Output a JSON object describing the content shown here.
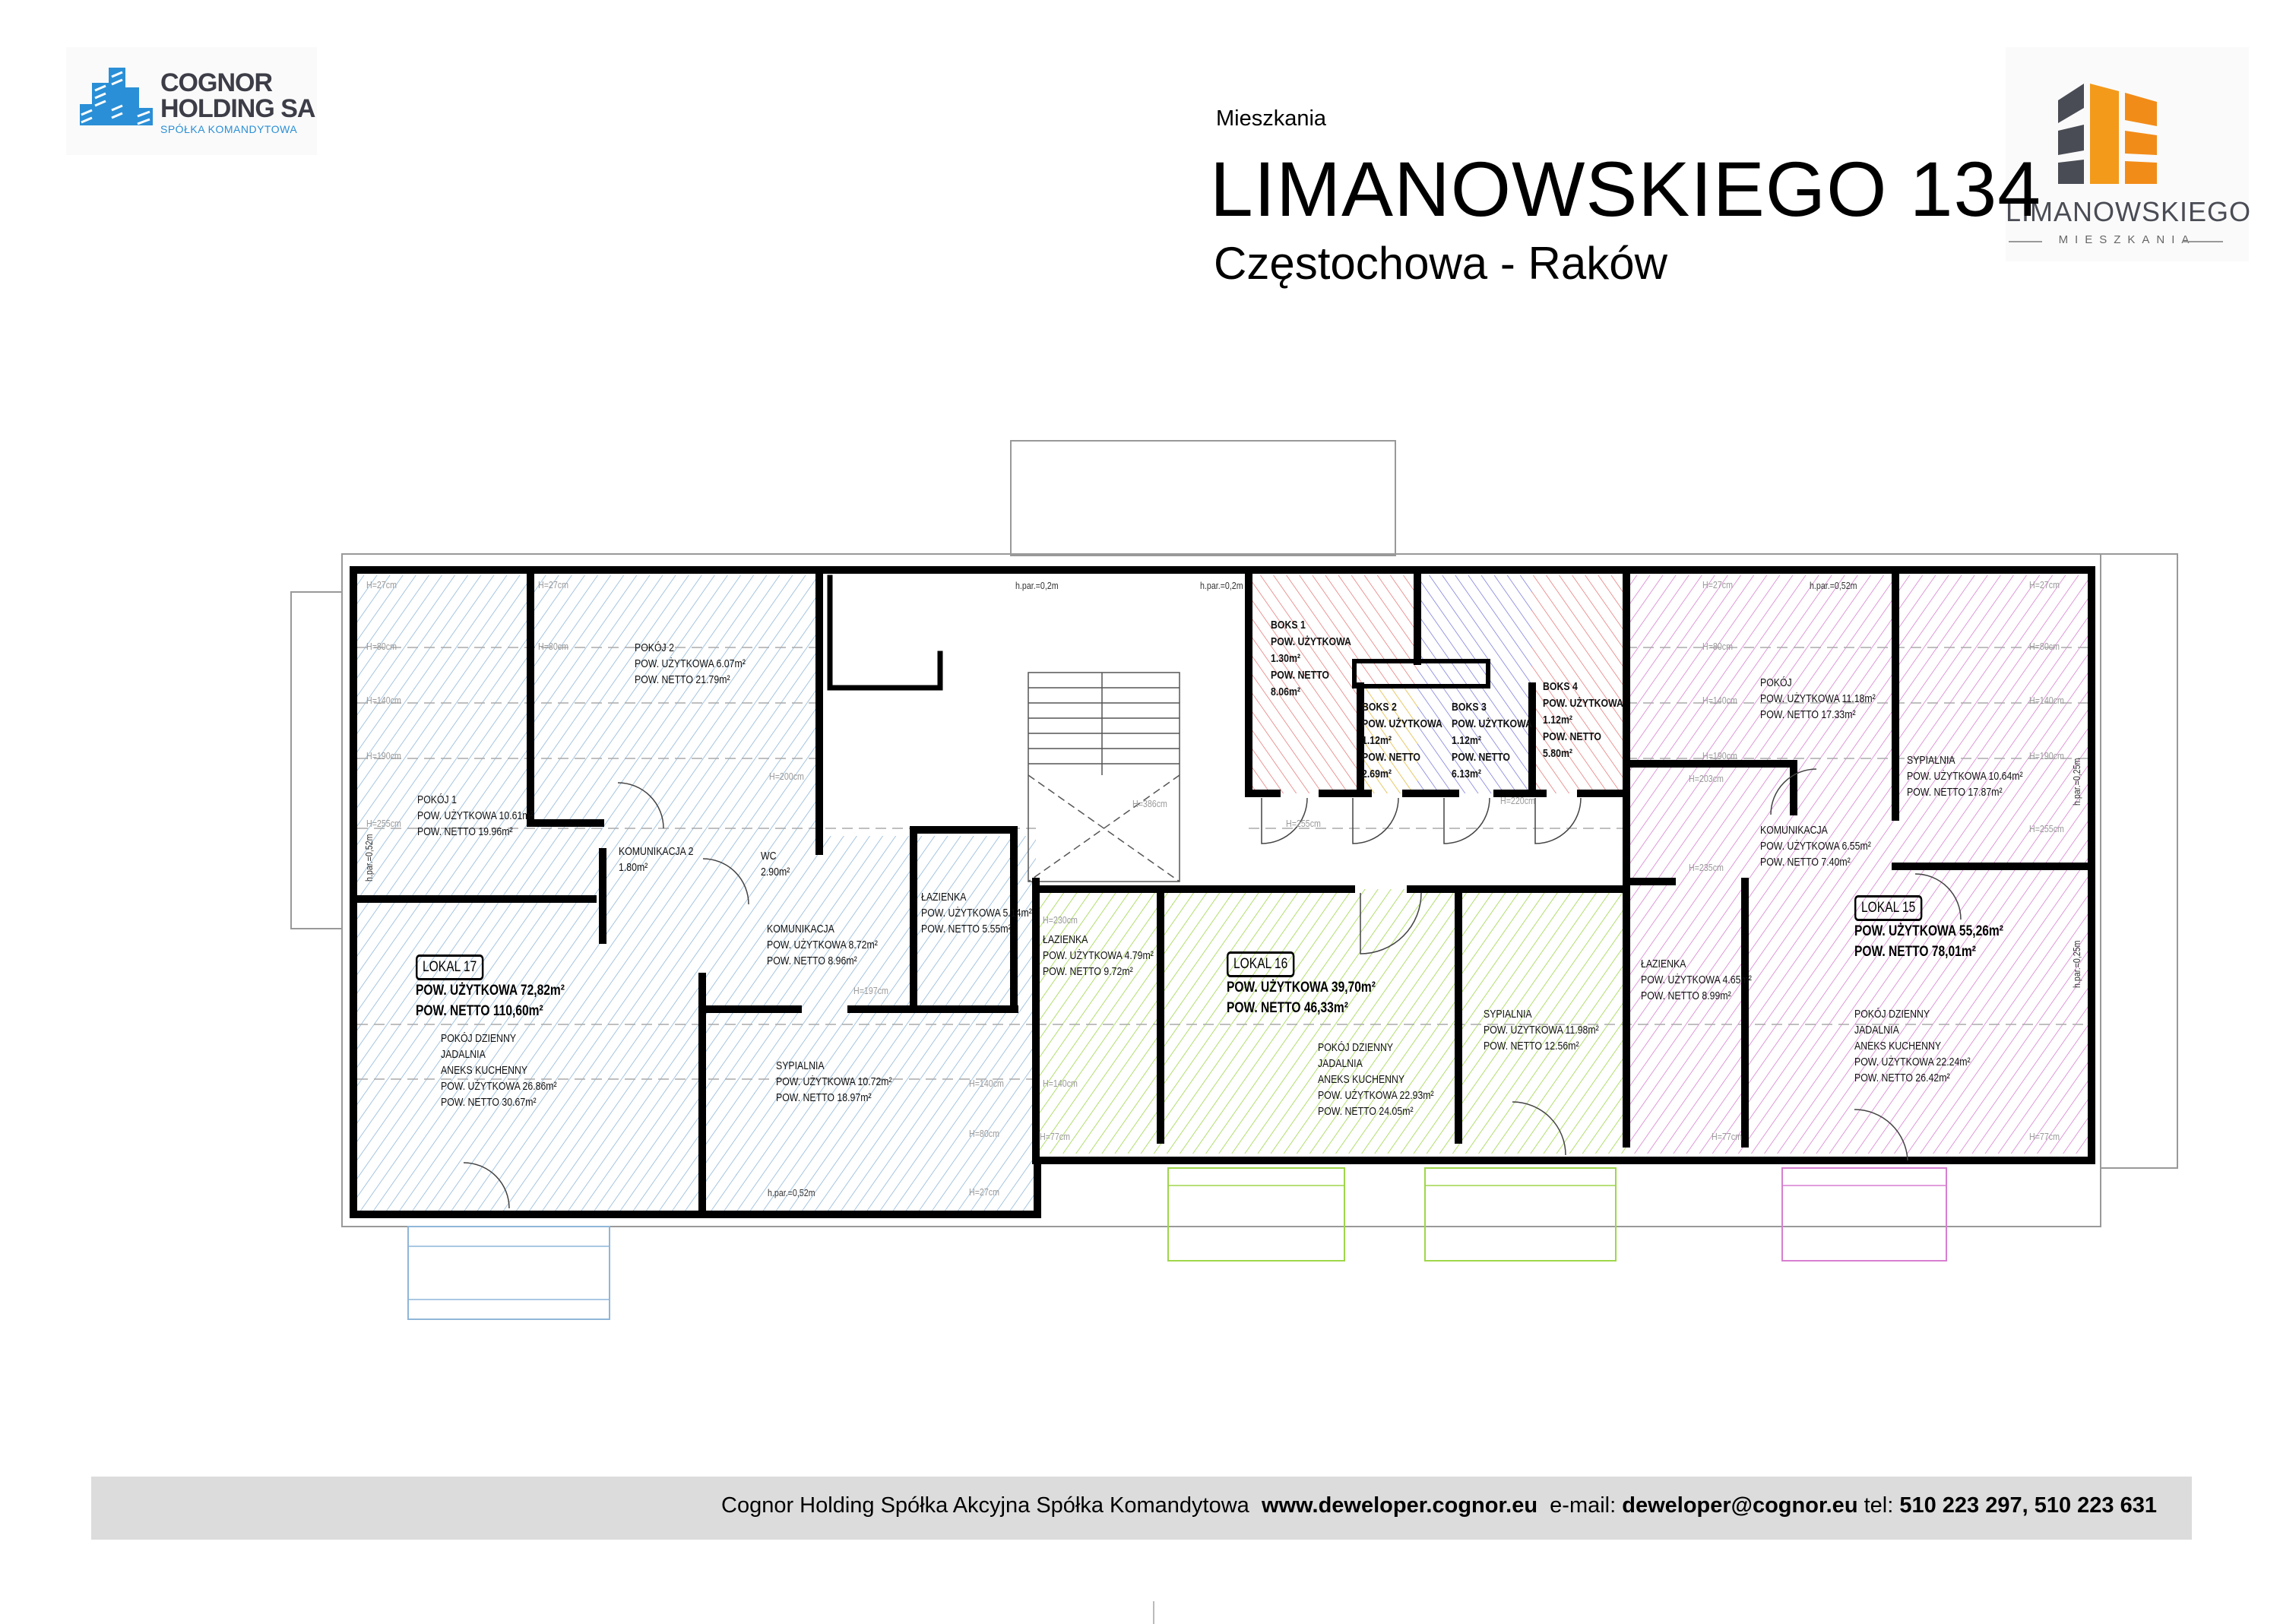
{
  "header": {
    "subtitle_top": "Mieszkania",
    "title": "LIMANOWSKIEGO 134",
    "location": "Częstochowa - Raków"
  },
  "logo_left": {
    "line1": "COGNOR",
    "line2": "HOLDING SA",
    "line3": "SPÓŁKA KOMANDYTOWA",
    "color": "#2a8fd6"
  },
  "logo_right": {
    "name": "LIMANOWSKIEGO",
    "tagline": "MIESZKANIA",
    "accent": "#f39a1b",
    "dark": "#4a4c55"
  },
  "plan": {
    "colors": {
      "lokal17": "#8fb6d8",
      "lokal16": "#9fd64a",
      "lokal15": "#d77fd0",
      "boks1": "#e46a6a",
      "boks2": "#e8e35a",
      "boks3": "#6c6cd8",
      "boks4": "#e46a6a"
    },
    "lokal17": {
      "badge": "LOKAL 17",
      "uzytkowa": "POW. UŻYTKOWA 72,82m²",
      "netto": "POW. NETTO 110,60m²",
      "rooms": {
        "pokoj2": [
          "POKÓJ 2",
          "POW. UŻYTKOWA 6.07m²",
          "POW. NETTO 21.79m²"
        ],
        "pokoj1": [
          "POKÓJ 1",
          "POW. UŻYTKOWA 10.61m²",
          "POW. NETTO 19.96m²"
        ],
        "komunikacja2": [
          "KOMUNIKACJA 2",
          "1.80m²"
        ],
        "wc": [
          "WC",
          "2.90m²"
        ],
        "lazienka": [
          "ŁAZIENKA",
          "POW. UŻYTKOWA 5.14m²",
          "POW. NETTO 5.55m²"
        ],
        "komunikacja": [
          "KOMUNIKACJA",
          "POW. UŻYTKOWA 8.72m²",
          "POW. NETTO 8.96m²"
        ],
        "dzienny": [
          "POKÓJ DZIENNY",
          "JADALNIA",
          "ANEKS KUCHENNY",
          "POW. UŻYTKOWA 26.86m²",
          "POW. NETTO 30.67m²"
        ],
        "sypialnia": [
          "SYPIALNIA",
          "POW. UŻYTKOWA 10.72m²",
          "POW. NETTO 18.97m²"
        ]
      }
    },
    "lokal16": {
      "badge": "LOKAL 16",
      "uzytkowa": "POW. UŻYTKOWA 39,70m²",
      "netto": "POW. NETTO 46,33m²",
      "rooms": {
        "lazienka": [
          "ŁAZIENKA",
          "POW. UŻYTKOWA 4.79m²",
          "POW. NETTO 9.72m²"
        ],
        "dzienny": [
          "POKÓJ DZIENNY",
          "JADALNIA",
          "ANEKS KUCHENNY",
          "POW. UŻYTKOWA 22.93m²",
          "POW. NETTO 24.05m²"
        ],
        "sypialnia": [
          "SYPIALNIA",
          "POW. UŻYTKOWA 11.98m²",
          "POW. NETTO 12.56m²"
        ]
      }
    },
    "lokal15": {
      "badge": "LOKAL 15",
      "uzytkowa": "POW. UŻYTKOWA 55,26m²",
      "netto": "POW. NETTO 78,01m²",
      "rooms": {
        "pokoj": [
          "POKÓJ",
          "POW. UŻYTKOWA 11.18m²",
          "POW. NETTO 17.33m²"
        ],
        "sypialnia": [
          "SYPIALNIA",
          "POW. UŻYTKOWA 10.64m²",
          "POW. NETTO 17.87m²"
        ],
        "komunikacja": [
          "KOMUNIKACJA",
          "POW. UŻYTKOWA 6.55m²",
          "POW. NETTO 7.40m²"
        ],
        "lazienka": [
          "ŁAZIENKA",
          "POW. UŻYTKOWA 4.65m²",
          "POW. NETTO 8.99m²"
        ],
        "dzienny": [
          "POKÓJ DZIENNY",
          "JADALNIA",
          "ANEKS KUCHENNY",
          "POW. UŻYTKOWA 22.24m²",
          "POW. NETTO 26.42m²"
        ]
      }
    },
    "boksy": [
      [
        "BOKS 1",
        "POW. UŻYTKOWA",
        "1.30m²",
        "POW. NETTO",
        "8.06m²"
      ],
      [
        "BOKS 2",
        "POW. UŻYTKOWA",
        "1.12m²",
        "POW. NETTO",
        "2.69m²"
      ],
      [
        "BOKS 3",
        "POW. UŻYTKOWA",
        "1.12m²",
        "POW. NETTO",
        "6.13m²"
      ],
      [
        "BOKS 4",
        "POW. UŻYTKOWA",
        "1.12m²",
        "POW. NETTO",
        "5.80m²"
      ]
    ],
    "dims": [
      "H=27cm",
      "H=80cm",
      "H=140cm",
      "H=190cm",
      "H=255cm",
      "H=27cm",
      "H=80cm",
      "H=200cm",
      "H=386cm",
      "H=255cm",
      "H=220cm",
      "H=27cm",
      "H=80cm",
      "H=140cm",
      "H=190cm",
      "H=27cm",
      "H=80cm",
      "H=140cm",
      "H=190cm",
      "H=255cm",
      "H=77cm",
      "H=77cm",
      "H=77cm",
      "H=235cm",
      "H=203cm",
      "H=197cm",
      "H=140cm",
      "H=80cm",
      "H=27cm",
      "H=230cm",
      "H=140cm"
    ],
    "hpar": [
      "h.par.=0,2m",
      "h.par.=0,2m",
      "h.par.=0,52m",
      "h.par.=0,52m",
      "h.par.=0,52m",
      "h.par.=0,25m",
      "h.par.=0,25m"
    ]
  },
  "footer": {
    "company": "Cognor Holding Spółka Akcyjna Spółka Komandytowa",
    "website": "www.deweloper.cognor.eu",
    "email_label": "e-mail:",
    "email": "deweloper@cognor.eu",
    "tel_label": "tel:",
    "tel": "510 223 297, 510 223 631"
  }
}
